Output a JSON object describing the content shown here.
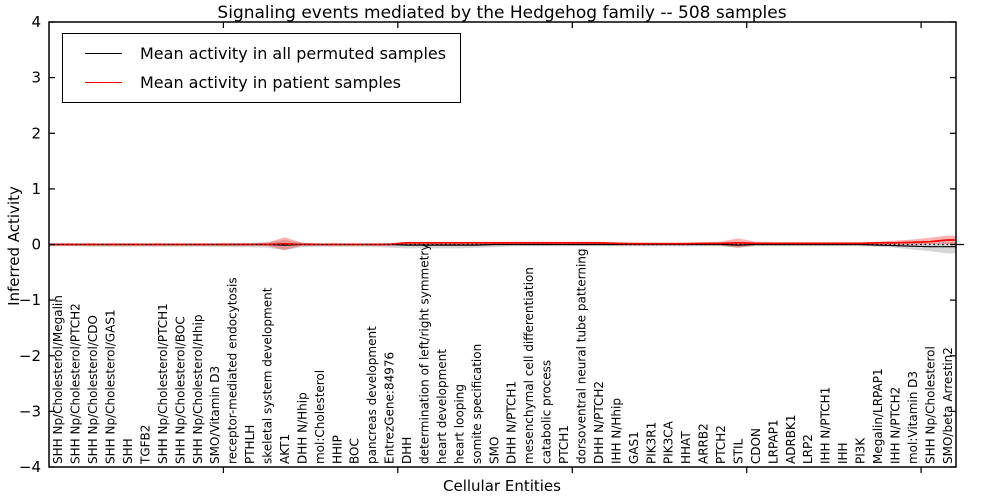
{
  "chart_data": {
    "type": "line",
    "title": "Signaling events mediated by the Hedgehog family -- 508 samples",
    "xlabel": "Cellular Entities",
    "ylabel": "Inferred Activity",
    "ylim": [
      -4,
      4
    ],
    "yticks": [
      4,
      3,
      2,
      1,
      0,
      -1,
      -2,
      -3,
      -4
    ],
    "zero_line": true,
    "legend_position": "upper left",
    "categories": [
      "SHH Np/Cholesterol/Megalin",
      "SHH Np/Cholesterol/PTCH2",
      "SHH Np/Cholesterol/CDO",
      "SHH Np/Cholesterol/GAS1",
      "SHH",
      "TGFB2",
      "SHH Np/Cholesterol/PTCH1",
      "SHH Np/Cholesterol/BOC",
      "SHH Np/Cholesterol/Hhip",
      "SMO/Vitamin D3",
      "receptor-mediated endocytosis",
      "PTHLH",
      "skeletal system development",
      "AKT1",
      "DHH N/Hhip",
      "mol:Cholesterol",
      "HHIP",
      "BOC",
      "pancreas development",
      "EntrezGene:84976",
      "DHH",
      "determination of left/right symmetry",
      "heart development",
      "heart looping",
      "somite specification",
      "SMO",
      "DHH N/PTCH1",
      "mesenchymal cell differentiation",
      "catabolic process",
      "PTCH1",
      "dorsoventral neural tube patterning",
      "DHH N/PTCH2",
      "IHH N/Hhip",
      "GAS1",
      "PIK3R1",
      "PIK3CA",
      "HHAT",
      "ARRB2",
      "PTCH2",
      "STIL",
      "CDON",
      "LRPAP1",
      "ADRBK1",
      "LRP2",
      "IHH N/PTCH1",
      "IHH",
      "PI3K",
      "Megalin/LRPAP1",
      "IHH N/PTCH2",
      "mol:Vitamin D3",
      "SHH Np/Cholesterol",
      "SMO/beta Arrestin2"
    ],
    "series": [
      {
        "name": "Mean activity in all permuted samples",
        "color": "#000000",
        "line_width": 1.2,
        "band_color": "rgba(0,0,0,0.16)",
        "values": [
          0,
          0,
          0,
          0,
          0,
          0,
          0,
          0,
          0,
          0,
          0,
          0,
          0,
          -0.01,
          0,
          0,
          0,
          0,
          0,
          0,
          -0.01,
          -0.01,
          -0.01,
          -0.01,
          -0.01,
          0,
          0,
          0,
          0,
          0,
          0,
          0,
          0,
          0,
          0,
          0,
          0,
          0,
          0,
          -0.01,
          0,
          0,
          0,
          0,
          0,
          0,
          0,
          -0.01,
          -0.02,
          -0.03,
          -0.04,
          -0.04
        ],
        "band_upper": [
          0.02,
          0.02,
          0.02,
          0.02,
          0.02,
          0.02,
          0.02,
          0.02,
          0.02,
          0.02,
          0.03,
          0.03,
          0.04,
          0.08,
          0.03,
          0.02,
          0.02,
          0.02,
          0.02,
          0.03,
          0.03,
          0.03,
          0.03,
          0.03,
          0.03,
          0.03,
          0.02,
          0.02,
          0.02,
          0.02,
          0.02,
          0.02,
          0.02,
          0.02,
          0.02,
          0.02,
          0.02,
          0.02,
          0.02,
          0.04,
          0.02,
          0.02,
          0.02,
          0.02,
          0.02,
          0.02,
          0.02,
          0.02,
          0.02,
          0.03,
          0.03,
          0.04
        ],
        "band_lower": [
          -0.03,
          -0.03,
          -0.04,
          -0.04,
          -0.04,
          -0.04,
          -0.04,
          -0.04,
          -0.04,
          -0.04,
          -0.05,
          -0.05,
          -0.06,
          -0.1,
          -0.05,
          -0.04,
          -0.04,
          -0.04,
          -0.04,
          -0.06,
          -0.07,
          -0.07,
          -0.07,
          -0.07,
          -0.06,
          -0.05,
          -0.03,
          -0.03,
          -0.03,
          -0.03,
          -0.03,
          -0.03,
          -0.03,
          -0.03,
          -0.03,
          -0.03,
          -0.03,
          -0.03,
          -0.03,
          -0.06,
          -0.03,
          -0.03,
          -0.03,
          -0.03,
          -0.03,
          -0.03,
          -0.03,
          -0.04,
          -0.06,
          -0.09,
          -0.12,
          -0.16
        ]
      },
      {
        "name": "Mean activity in patient samples",
        "color": "#ff0000",
        "line_width": 1.7,
        "band_color": "rgba(255,0,0,0.30)",
        "values": [
          0,
          0,
          0,
          0,
          0,
          0,
          0,
          0,
          0,
          0,
          0,
          0,
          0,
          0.01,
          0,
          0,
          0,
          0,
          0,
          0,
          0.03,
          0.03,
          0.03,
          0.03,
          0.03,
          0.03,
          0.03,
          0.03,
          0.03,
          0.03,
          0.03,
          0.03,
          0.02,
          0.01,
          0.01,
          0.01,
          0.01,
          0.02,
          0.02,
          0.03,
          0.02,
          0.02,
          0.02,
          0.02,
          0.02,
          0.02,
          0.02,
          0.03,
          0.03,
          0.04,
          0.05,
          0.08
        ],
        "band_upper": [
          0.02,
          0.02,
          0.02,
          0.02,
          0.02,
          0.02,
          0.02,
          0.02,
          0.02,
          0.02,
          0.02,
          0.02,
          0.03,
          0.13,
          0.03,
          0.02,
          0.02,
          0.02,
          0.02,
          0.02,
          0.05,
          0.05,
          0.05,
          0.05,
          0.05,
          0.05,
          0.05,
          0.05,
          0.05,
          0.05,
          0.05,
          0.05,
          0.04,
          0.04,
          0.04,
          0.04,
          0.04,
          0.04,
          0.05,
          0.11,
          0.05,
          0.04,
          0.04,
          0.04,
          0.04,
          0.04,
          0.04,
          0.05,
          0.07,
          0.09,
          0.12,
          0.16
        ],
        "band_lower": [
          -0.02,
          -0.02,
          -0.02,
          -0.02,
          -0.02,
          -0.02,
          -0.02,
          -0.02,
          -0.02,
          -0.02,
          -0.02,
          -0.02,
          -0.02,
          -0.1,
          -0.02,
          -0.02,
          -0.02,
          -0.02,
          -0.02,
          -0.02,
          0,
          0,
          0,
          0,
          0,
          0,
          0,
          0,
          0,
          0,
          0,
          0,
          -0.01,
          -0.01,
          -0.01,
          -0.01,
          -0.01,
          -0.01,
          -0.01,
          -0.06,
          -0.01,
          -0.01,
          -0.01,
          -0.01,
          -0.01,
          -0.01,
          -0.01,
          -0.01,
          0,
          0,
          0.01,
          0.01
        ]
      }
    ]
  }
}
